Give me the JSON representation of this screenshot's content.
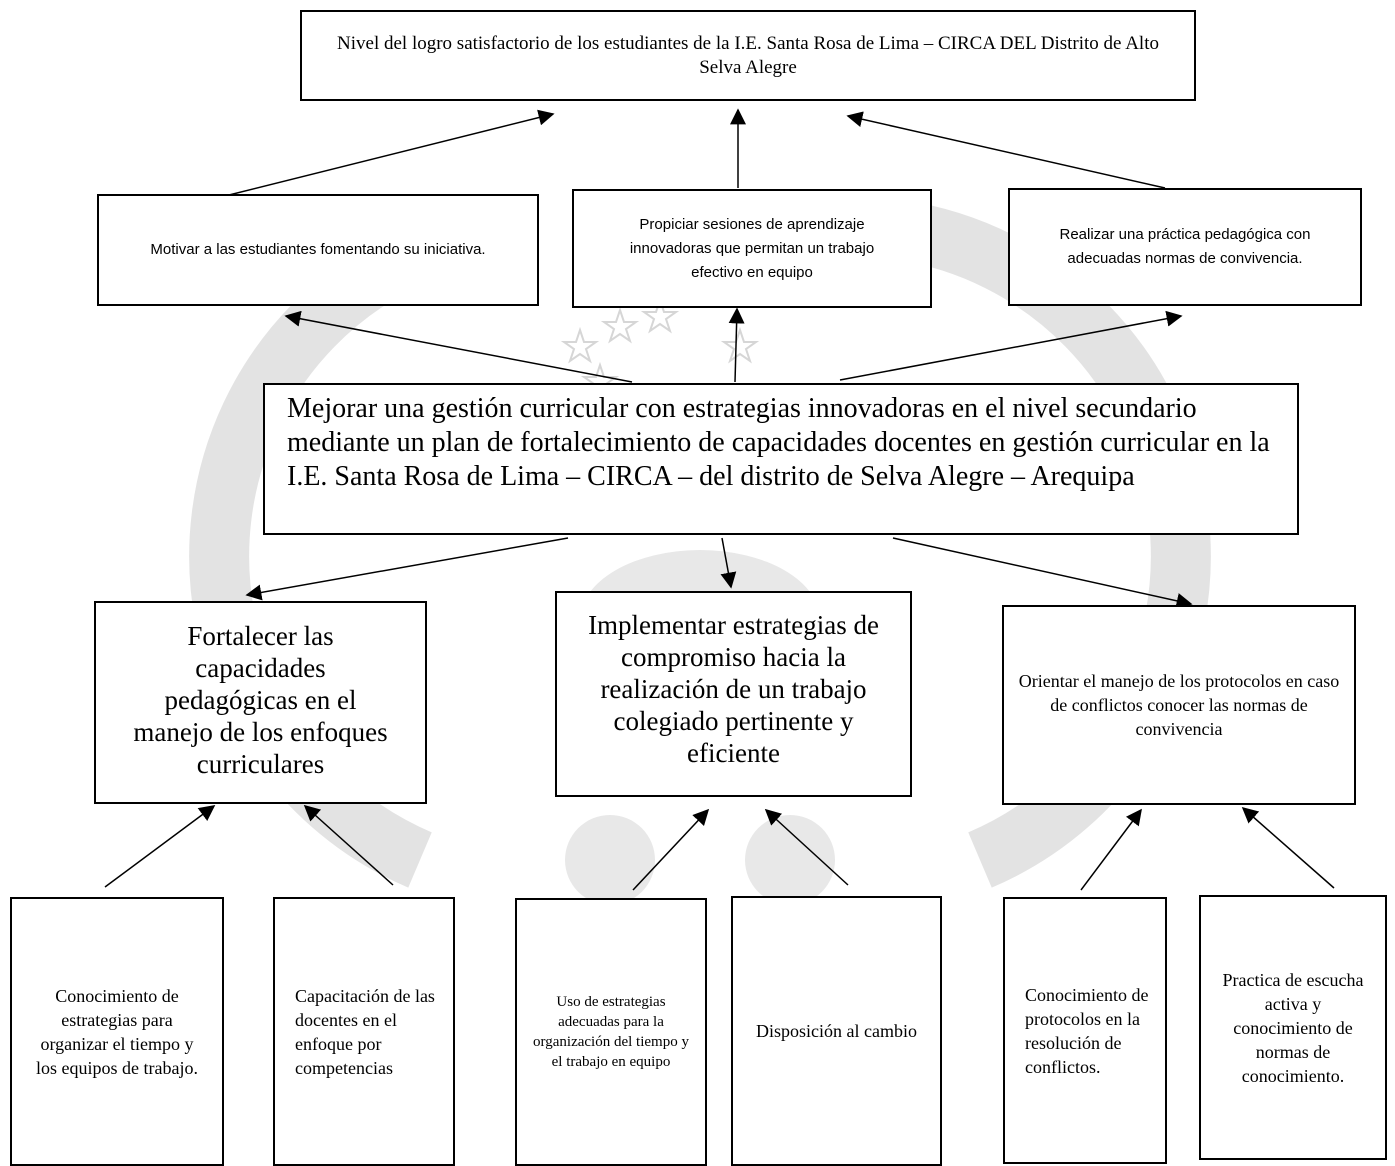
{
  "colors": {
    "box_border": "#000000",
    "arrow": "#000000",
    "watermark": "#e3e3e3",
    "background": "#ffffff"
  },
  "diagram": {
    "goal": "Nivel del logro satisfactorio de los estudiantes de la I.E. Santa Rosa de Lima – CIRCA DEL Distrito de Alto Selva Alegre",
    "means_level1": [
      "Motivar a las estudiantes fomentando su iniciativa.",
      "Propiciar sesiones de aprendizaje innovadoras que permitan un trabajo efectivo en equipo",
      "Realizar una práctica pedagógica con adecuadas normas de convivencia."
    ],
    "central": "Mejorar una gestión curricular con estrategias innovadoras en el nivel secundario mediante un plan de fortalecimiento de capacidades docentes en gestión curricular en la I.E. Santa Rosa de Lima – CIRCA – del distrito de Selva Alegre – Arequipa",
    "objectives": [
      "Fortalecer las capacidades pedagógicas en el manejo de los enfoques curriculares",
      "Implementar estrategias de compromiso hacia la realización de un trabajo colegiado pertinente y eficiente",
      "Orientar el manejo de los protocolos en caso de conflictos conocer las normas de convivencia"
    ],
    "actions": [
      "Conocimiento de estrategias para organizar el tiempo y los equipos de trabajo.",
      "Capacitación de las docentes en el enfoque por competencias",
      "Uso de estrategias adecuadas para la organización del tiempo y el trabajo en equipo",
      "Disposición al cambio",
      "Conocimiento de protocolos en la resolución de conflictos.",
      "Practica de escucha activa y conocimiento de normas de conocimiento."
    ]
  }
}
